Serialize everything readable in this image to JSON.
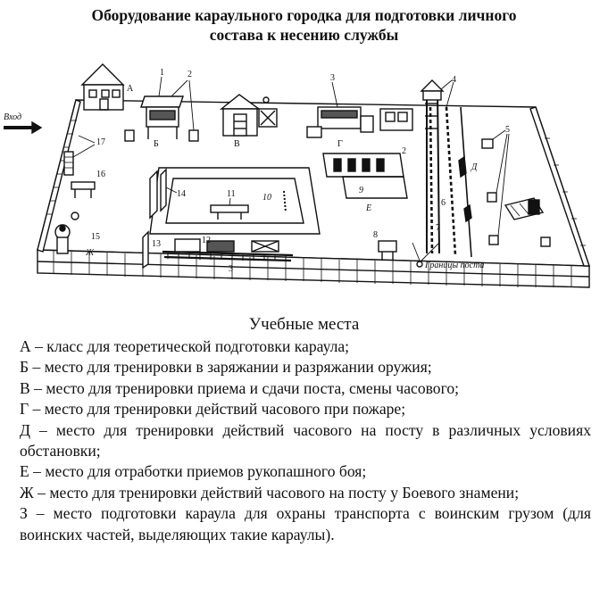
{
  "title": {
    "line1": "Оборудование караульного городка для подготовки личного",
    "line2": "состава к несению службы"
  },
  "plan": {
    "entrance_label": "Вход",
    "border_label": "Границы поста",
    "zone_labels": [
      "А",
      "Б",
      "В",
      "Г",
      "Д",
      "Е",
      "Ж"
    ],
    "number_labels": [
      "1",
      "2",
      "3",
      "4",
      "5",
      "6",
      "7",
      "8",
      "9",
      "10",
      "11",
      "12",
      "13",
      "14",
      "15",
      "16",
      "17"
    ],
    "outline_color": "#111111"
  },
  "legend": {
    "heading": "Учебные места",
    "items": [
      {
        "text": "А – класс для теоретической подготовки караула;"
      },
      {
        "text": "Б – место для тренировки в заряжании и разряжании оружия;"
      },
      {
        "text": "В – место для тренировки приема и сдачи поста, смены часового;"
      },
      {
        "text": "Г – место для тренировки  действий часового при пожаре;"
      },
      {
        "text": "Д – место для тренировки действий часового на посту в различных условиях обстановки;"
      },
      {
        "text": "Е – место для отработки приемов рукопашного боя;"
      },
      {
        "text": "Ж – место для тренировки действий часового на посту у Боевого знамени;"
      },
      {
        "text": "З – место подготовки караула для охраны транспорта с воинским грузом (для воинских частей, выделяющих такие караулы)."
      }
    ]
  }
}
